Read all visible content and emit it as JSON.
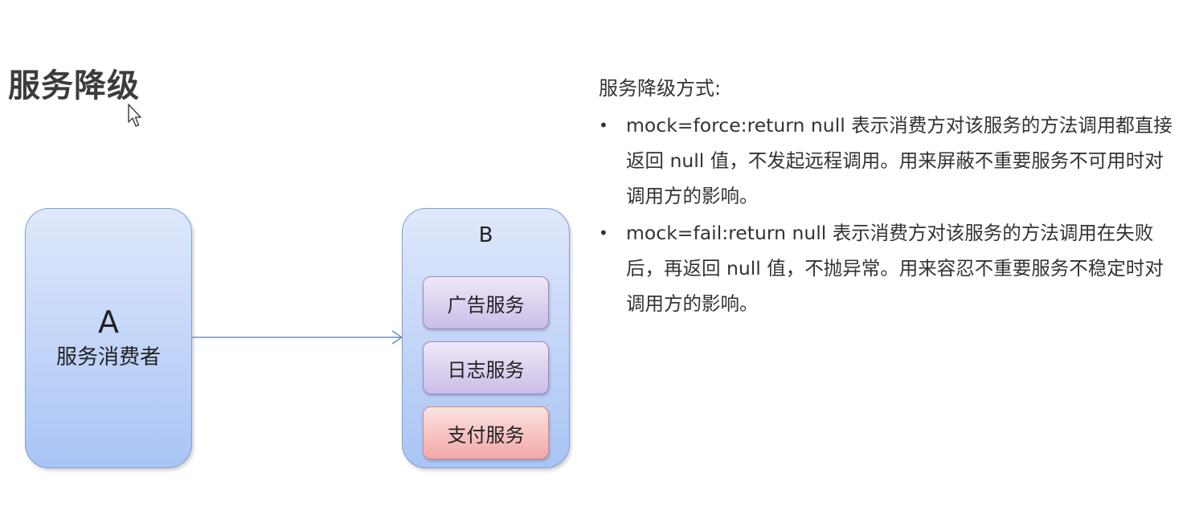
{
  "page": {
    "title": "服务降级"
  },
  "diagram": {
    "consumer": {
      "letter": "A",
      "label": "服务消费者"
    },
    "provider": {
      "letter": "B",
      "services": [
        {
          "label": "广告服务",
          "color": "#cbbde6"
        },
        {
          "label": "日志服务",
          "color": "#cbbde6"
        },
        {
          "label": "支付服务",
          "color": "#f3a8a8"
        }
      ]
    },
    "colors": {
      "node_fill": "#a9c4f5",
      "node_border": "#7f9fd0",
      "arrow": "#6f8fc0"
    }
  },
  "text_panel": {
    "heading": "服务降级方式:",
    "bullet_icon": "•",
    "items": [
      "mock=force:return null 表示消费方对该服务的方法调用都直接返回 null 值，不发起远程调用。用来屏蔽不重要服务不可用时对调用方的影响。",
      "mock=fail:return null 表示消费方对该服务的方法调用在失败后，再返回 null 值，不抛异常。用来容忍不重要服务不稳定时对调用方的影响。"
    ]
  }
}
